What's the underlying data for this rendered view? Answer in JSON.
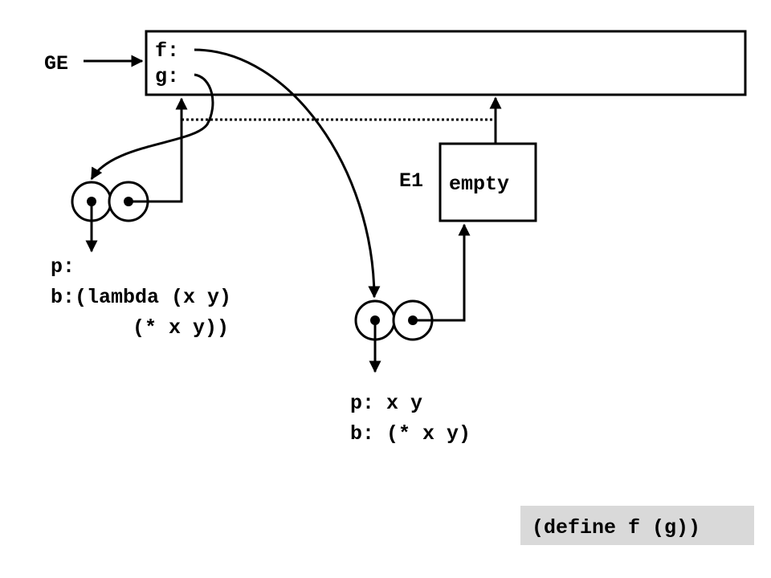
{
  "global_env": {
    "label": "GE",
    "bindings": [
      "f:",
      "g:"
    ]
  },
  "env_e1": {
    "label": "E1",
    "content": "empty"
  },
  "procedure_g": {
    "params_line": "p:",
    "body_line1": "b:(lambda (x y)",
    "body_line2": "(* x y))"
  },
  "procedure_f": {
    "params_line": "p: x y",
    "body_line": "b: (* x y)"
  },
  "caption": "(define f (g))"
}
